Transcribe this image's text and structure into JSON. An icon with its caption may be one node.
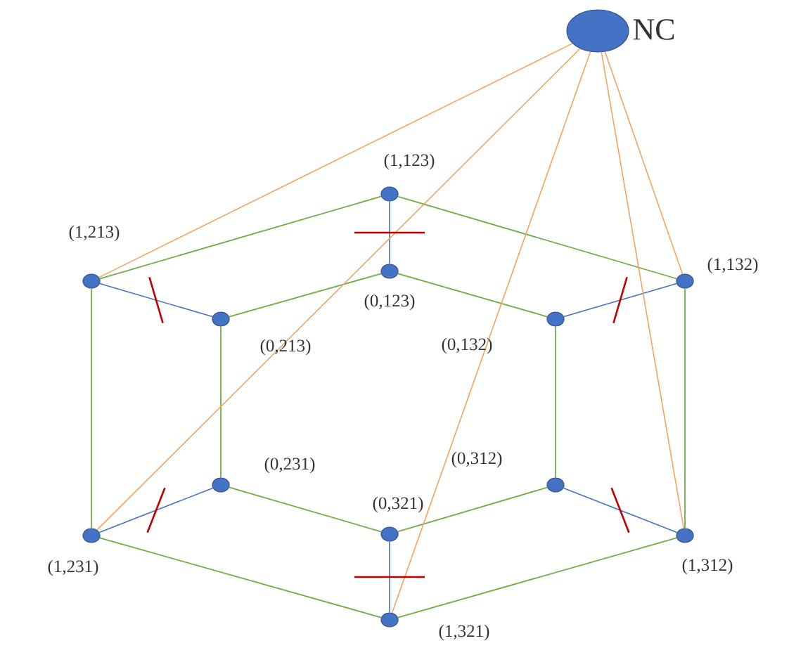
{
  "diagram": {
    "nodes": [
      {
        "text": [],
        "shape": "circle",
        "beside": [
          "NC"
        ]
      },
      {
        "text": [],
        "shape": "circle",
        "beside": [
          "(1,123)"
        ]
      },
      {
        "text": [],
        "shape": "circle",
        "beside": [
          "(1,213)"
        ]
      },
      {
        "text": [],
        "shape": "circle",
        "beside": [
          "(0,123)"
        ]
      },
      {
        "text": [],
        "shape": "circle",
        "beside": [
          "(1,132)"
        ]
      },
      {
        "text": [],
        "shape": "circle",
        "beside": [
          "(0,213)"
        ]
      },
      {
        "text": [],
        "shape": "circle",
        "beside": [
          "(0,132)"
        ]
      },
      {
        "text": [],
        "shape": "circle",
        "beside": [
          "(0,231)"
        ]
      },
      {
        "text": [],
        "shape": "circle",
        "beside": [
          "(0,312)"
        ]
      },
      {
        "text": [],
        "shape": "circle",
        "beside": [
          "(0,321)"
        ]
      },
      {
        "text": [],
        "shape": "circle",
        "beside": [
          "(1,231)"
        ]
      },
      {
        "text": [],
        "shape": "circle",
        "beside": [
          "(1,312)"
        ]
      },
      {
        "text": [],
        "shape": "circle",
        "beside": [
          "(1,321)"
        ]
      }
    ],
    "edges": [
      {
        "from": 1,
        "to": 2,
        "arrow": "none"
      },
      {
        "from": 1,
        "to": 4,
        "arrow": "none"
      },
      {
        "from": 2,
        "to": 10,
        "arrow": "none"
      },
      {
        "from": 4,
        "to": 11,
        "arrow": "none"
      },
      {
        "from": 10,
        "to": 12,
        "arrow": "none"
      },
      {
        "from": 11,
        "to": 12,
        "arrow": "none"
      },
      {
        "from": 3,
        "to": 5,
        "arrow": "none"
      },
      {
        "from": 3,
        "to": 6,
        "arrow": "none"
      },
      {
        "from": 5,
        "to": 7,
        "arrow": "none"
      },
      {
        "from": 6,
        "to": 8,
        "arrow": "none"
      },
      {
        "from": 7,
        "to": 9,
        "arrow": "none"
      },
      {
        "from": 8,
        "to": 9,
        "arrow": "none"
      },
      {
        "from": 1,
        "to": 3,
        "arrow": "none",
        "color": "#4472c4"
      },
      {
        "from": 2,
        "to": 5,
        "arrow": "none",
        "color": "#4472c4"
      },
      {
        "from": 4,
        "to": 6,
        "arrow": "none",
        "color": "#4472c4"
      },
      {
        "from": 10,
        "to": 7,
        "arrow": "none",
        "color": "#4472c4"
      },
      {
        "from": 11,
        "to": 8,
        "arrow": "none",
        "color": "#4472c4"
      },
      {
        "from": 12,
        "to": 9,
        "arrow": "none",
        "color": "#4472c4"
      },
      {
        "from": 0,
        "to": 2,
        "arrow": "none",
        "color": "#f4a460"
      },
      {
        "from": 0,
        "to": 10,
        "arrow": "none",
        "color": "#f4a460"
      },
      {
        "from": 0,
        "to": 12,
        "arrow": "none",
        "color": "#f4a460"
      },
      {
        "from": 0,
        "to": 11,
        "arrow": "none",
        "color": "#f4a460"
      },
      {
        "from": 0,
        "to": 4,
        "arrow": "none",
        "color": "#f4a460"
      }
    ]
  }
}
